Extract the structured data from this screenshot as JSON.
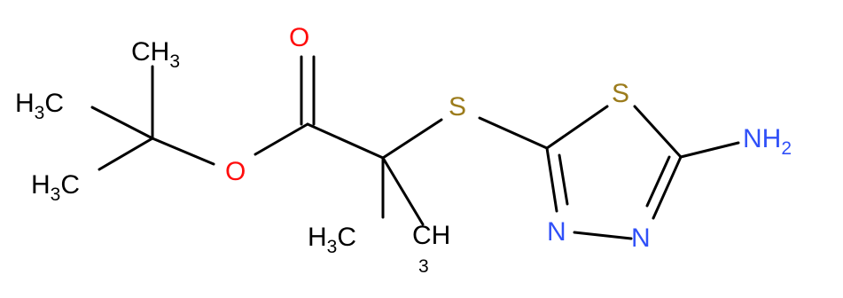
{
  "colors": {
    "bond": "#000000",
    "carbon": "#000000",
    "oxygen": "#ff0d0d",
    "sulfur": "#9c7c1c",
    "nitrogen": "#3050f8"
  },
  "atoms": {
    "ch3_top": {
      "main": "CH",
      "sub": "3"
    },
    "ch3_left_upper": {
      "main": "H",
      "sub": "3",
      "tail": "C"
    },
    "ch3_left_lower": {
      "main": "H",
      "sub": "3",
      "tail": "C"
    },
    "o_ester": {
      "main": "O"
    },
    "o_carbonyl": {
      "main": "O"
    },
    "s_thioether": {
      "main": "S"
    },
    "s_ring": {
      "main": "S"
    },
    "n_ring_left": {
      "main": "N"
    },
    "n_ring_right": {
      "main": "N"
    },
    "nh2": {
      "main": "NH",
      "sub": "2"
    },
    "ch3_bottom_left": {
      "main": "H",
      "sub": "3",
      "tail": "C"
    },
    "ch3_bottom_right": {
      "main": "CH",
      "sub": "3"
    }
  }
}
